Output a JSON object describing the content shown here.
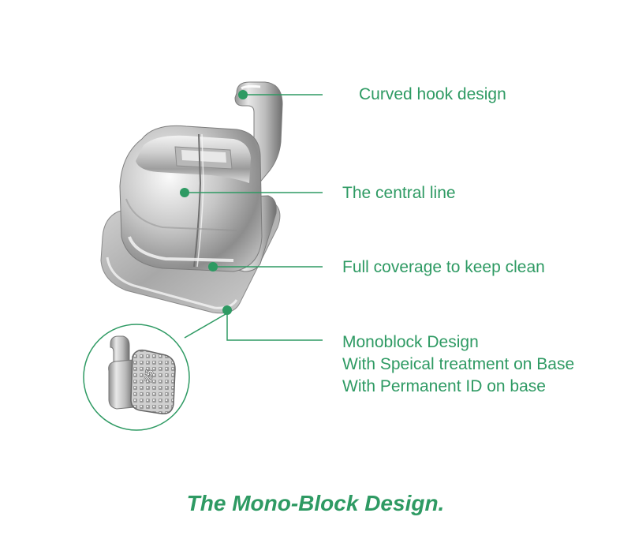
{
  "callouts": {
    "hook": "Curved hook design",
    "central_line": "The central line",
    "coverage": "Full coverage to keep clean",
    "monoblock": {
      "line1": "Monoblock Design",
      "line2": "With Speical treatment on Base",
      "line3": "With Permanent ID  on base"
    }
  },
  "caption": "The Mono-Block Design.",
  "inset": {
    "id_number": "25"
  },
  "colors": {
    "accent": "#2e9a63",
    "metal_dark": "#7d7d7d",
    "metal_light": "#f2f2f2"
  }
}
